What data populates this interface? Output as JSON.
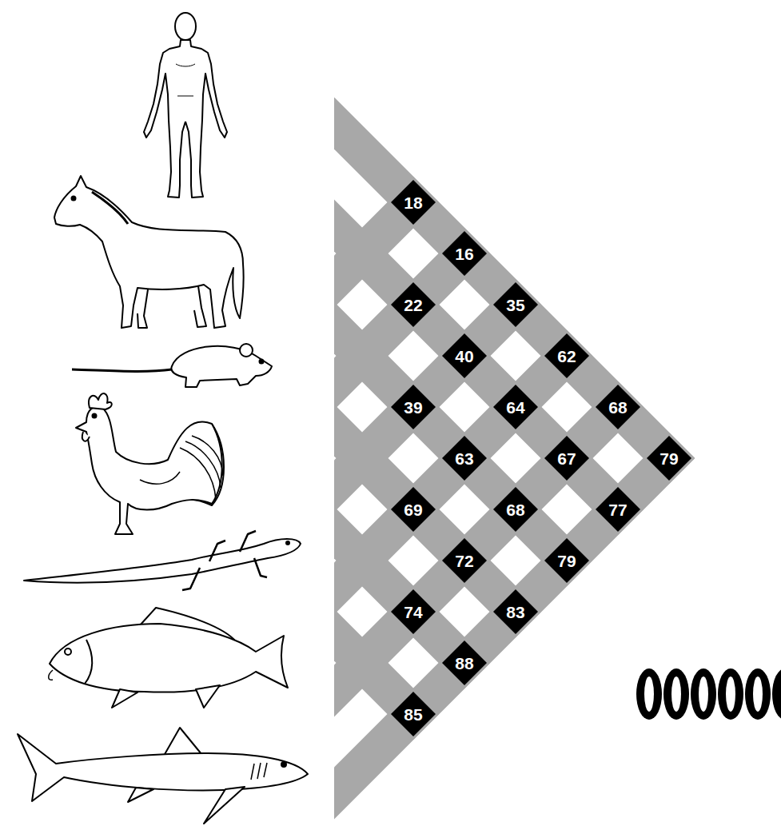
{
  "diagram": {
    "nodes": [
      {
        "text": [
          "18"
        ]
      },
      {
        "text": [
          "16"
        ]
      },
      {
        "text": [
          "22"
        ]
      },
      {
        "text": [
          "35"
        ]
      },
      {
        "text": [
          "40"
        ]
      },
      {
        "text": [
          "62"
        ]
      },
      {
        "text": [
          "39"
        ]
      },
      {
        "text": [
          "64"
        ]
      },
      {
        "text": [
          "68"
        ]
      },
      {
        "text": [
          "63"
        ]
      },
      {
        "text": [
          "67"
        ]
      },
      {
        "text": [
          "79"
        ]
      },
      {
        "text": [
          "69"
        ]
      },
      {
        "text": [
          "68"
        ]
      },
      {
        "text": [
          "77"
        ]
      },
      {
        "text": [
          "72"
        ]
      },
      {
        "text": [
          "79"
        ]
      },
      {
        "text": [
          "74"
        ]
      },
      {
        "text": [
          "83"
        ]
      },
      {
        "text": [
          "88"
        ]
      },
      {
        "text": [
          "85"
        ]
      }
    ]
  }
}
